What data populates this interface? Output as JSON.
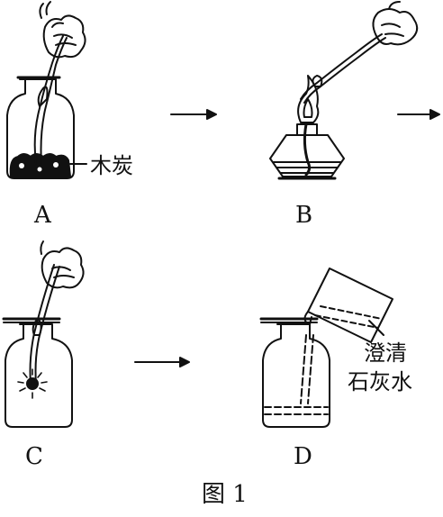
{
  "figure": {
    "panels": {
      "a": {
        "label": "A",
        "annotation": "木炭"
      },
      "b": {
        "label": "B"
      },
      "c": {
        "label": "C"
      },
      "d": {
        "label": "D",
        "annotation_line1": "澄清",
        "annotation_line2": "石灰水"
      }
    },
    "caption": "图 1"
  },
  "colors": {
    "ink": "#111111",
    "background": "#ffffff"
  }
}
